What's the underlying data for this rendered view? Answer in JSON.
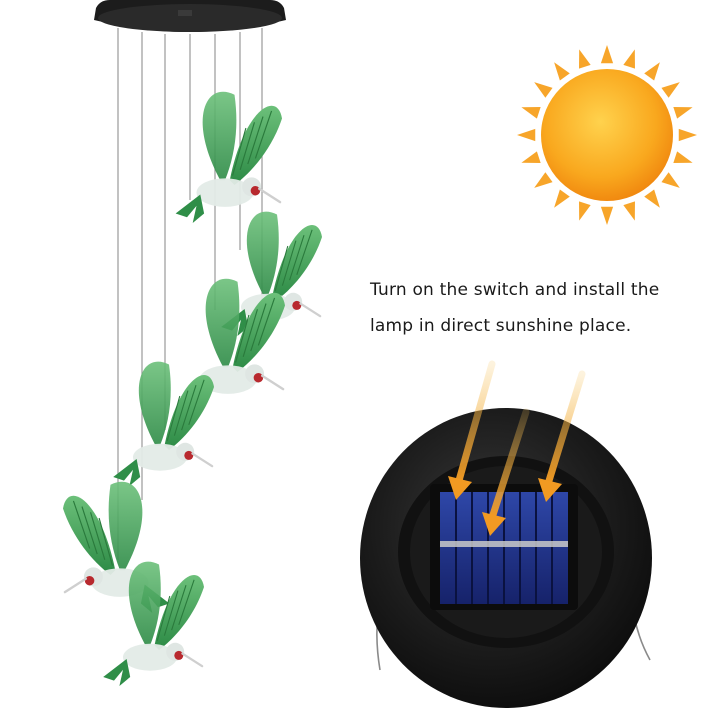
{
  "caption": {
    "line1": "Turn on the switch and install the",
    "line2": "lamp in direct sunshine place."
  },
  "icons": {
    "sun": "sun-icon",
    "product": "hummingbird-wind-chime",
    "panel": "solar-panel"
  },
  "colors": {
    "sun_core": "#f9a81e",
    "sun_rays": "#f7a52a",
    "bird_green": "#3c9a52",
    "bird_body": "#dfe6e3",
    "bird_beak": "#b8292e",
    "panel_housing": "#151515",
    "solar_cell": "#1f2f7a",
    "arrow": "#f2a12b"
  }
}
